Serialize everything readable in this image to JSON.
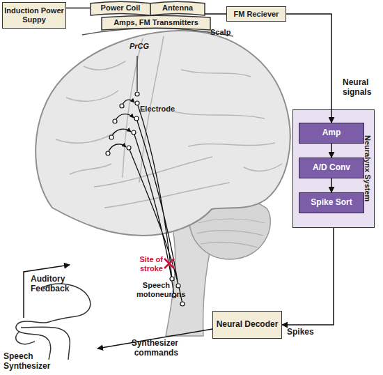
{
  "diagram": {
    "nodes": [
      {
        "text": [
          "Induction Power Suppy"
        ]
      },
      {
        "text": [
          "Power Coil"
        ]
      },
      {
        "text": [
          "Antenna"
        ]
      },
      {
        "text": [
          "Amps, FM Transmitters"
        ]
      },
      {
        "text": [
          "FM Reciever"
        ]
      },
      {
        "text": [
          "Neuralynx System"
        ]
      },
      {
        "text": [
          "Amp"
        ],
        "in": 5
      },
      {
        "text": [
          "A/D Conv"
        ],
        "in": 5
      },
      {
        "text": [
          "Spike Sort"
        ],
        "in": 5
      },
      {
        "text": [
          "Neural Decoder"
        ]
      },
      {
        "text": [
          "Speech Synthesizer"
        ]
      }
    ],
    "edges": [
      {
        "from": 0,
        "to": 1,
        "arrow": "none"
      },
      {
        "from": 2,
        "to": 4,
        "arrow": "none"
      },
      {
        "from": 4,
        "to": 6,
        "label": "Neural signals",
        "arrow": "to"
      },
      {
        "from": 6,
        "to": 7,
        "arrow": "to"
      },
      {
        "from": 7,
        "to": 8,
        "arrow": "to"
      },
      {
        "from": 5,
        "to": 9,
        "label": "Spikes",
        "arrow": "to"
      },
      {
        "from": 9,
        "to": 10,
        "label": "Synthesizer commands",
        "arrow": "to"
      }
    ],
    "labels": [
      "Scalp",
      "PrCG",
      "Electrode",
      "Site of stroke",
      "Speech motoneurons",
      "Auditory Feedback"
    ]
  }
}
